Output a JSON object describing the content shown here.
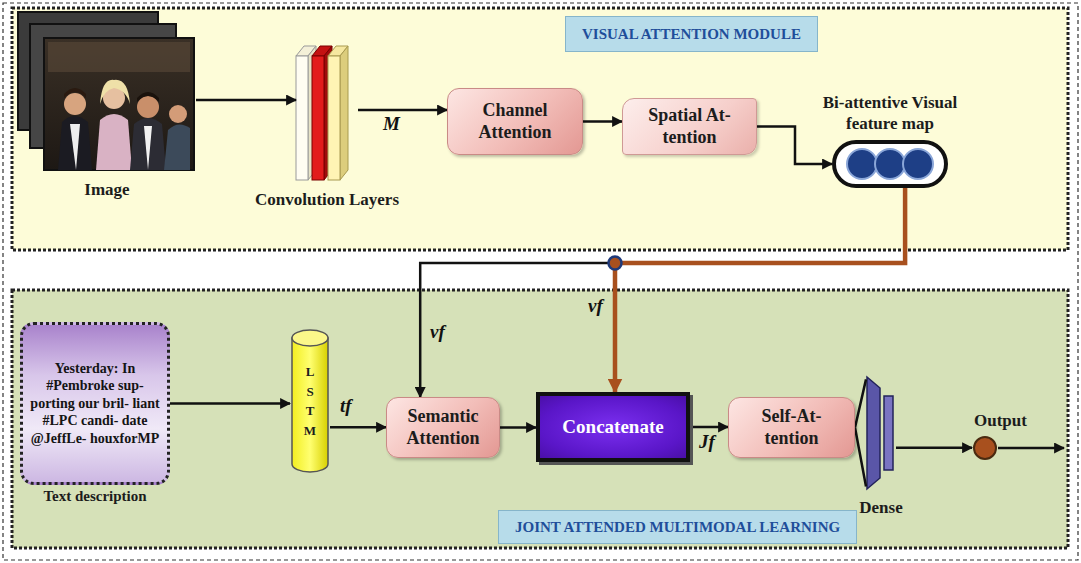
{
  "diagram": {
    "nodes": [
      {
        "text": [
          "VISUAL ATTENTION MODULE"
        ]
      },
      {
        "text": [
          "Image"
        ]
      },
      {
        "text": [
          "Convolution Layers"
        ]
      },
      {
        "text": [
          "Channel Attention"
        ]
      },
      {
        "text": [
          "Spatial At- tention"
        ]
      },
      {
        "text": [
          "Bi-attentive Visual feature map"
        ]
      },
      {
        "text": [
          "Yesterday: In #Pembroke sup- porting our bril- liant #LPC candi- date @JeffLe- houxforMP",
          "Text description"
        ]
      },
      {
        "text": [
          "LSTM"
        ]
      },
      {
        "text": [
          "Semantic Attention"
        ]
      },
      {
        "text": [
          "Concatenate"
        ]
      },
      {
        "text": [
          "Self-At- tention"
        ]
      },
      {
        "text": [
          "Dense"
        ]
      },
      {
        "text": [
          "Output"
        ]
      },
      {
        "text": [
          "JOINT ATTENDED MULTIMODAL LEARNING"
        ]
      }
    ],
    "edges": [
      {
        "from": 1,
        "to": 2,
        "arrow": "to"
      },
      {
        "from": 2,
        "to": 3,
        "label": "M",
        "arrow": "to"
      },
      {
        "from": 3,
        "to": 4,
        "arrow": "to"
      },
      {
        "from": 4,
        "to": 5,
        "arrow": "to"
      },
      {
        "from": 5,
        "to": 8,
        "label": "vf",
        "arrow": "to"
      },
      {
        "from": 5,
        "to": 9,
        "label": "vf",
        "arrow": "to"
      },
      {
        "from": 6,
        "to": 7,
        "arrow": "to"
      },
      {
        "from": 7,
        "to": 8,
        "label": "tf",
        "arrow": "to"
      },
      {
        "from": 8,
        "to": 9,
        "arrow": "to"
      },
      {
        "from": 9,
        "to": 10,
        "label": "Jf",
        "arrow": "to"
      },
      {
        "from": 10,
        "to": 11,
        "arrow": "none"
      },
      {
        "from": 11,
        "to": 12,
        "arrow": "to"
      }
    ]
  }
}
